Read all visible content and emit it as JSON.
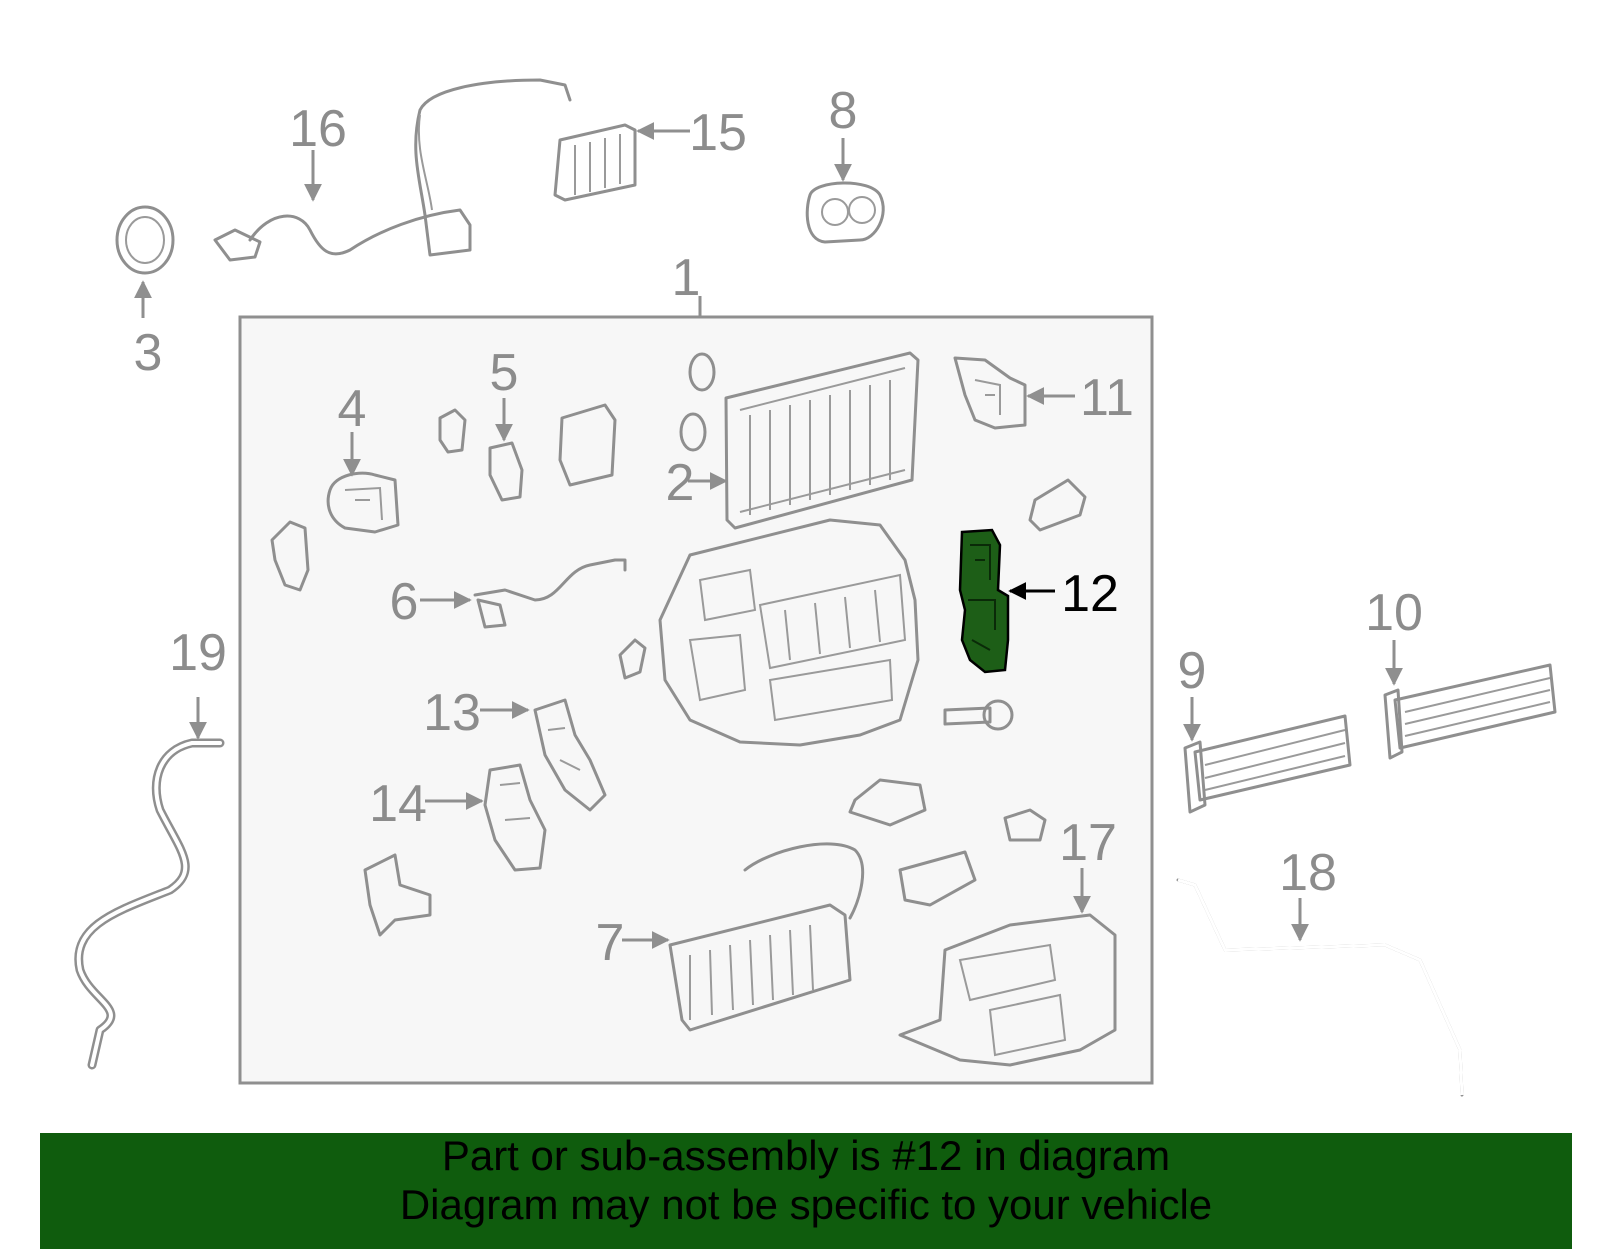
{
  "callouts": {
    "c1": "1",
    "c2": "2",
    "c3": "3",
    "c4": "4",
    "c5": "5",
    "c6": "6",
    "c7": "7",
    "c8": "8",
    "c9": "9",
    "c10": "10",
    "c11": "11",
    "c12": "12",
    "c13": "13",
    "c14": "14",
    "c15": "15",
    "c16": "16",
    "c17": "17",
    "c18": "18",
    "c19": "19"
  },
  "highlight": {
    "part_number": "12",
    "color": "#1d5e17"
  },
  "banner": {
    "line1": "Part or sub-assembly is #12 in diagram",
    "line2": "Diagram may not be specific to your vehicle",
    "color": "#0f5c0d"
  }
}
